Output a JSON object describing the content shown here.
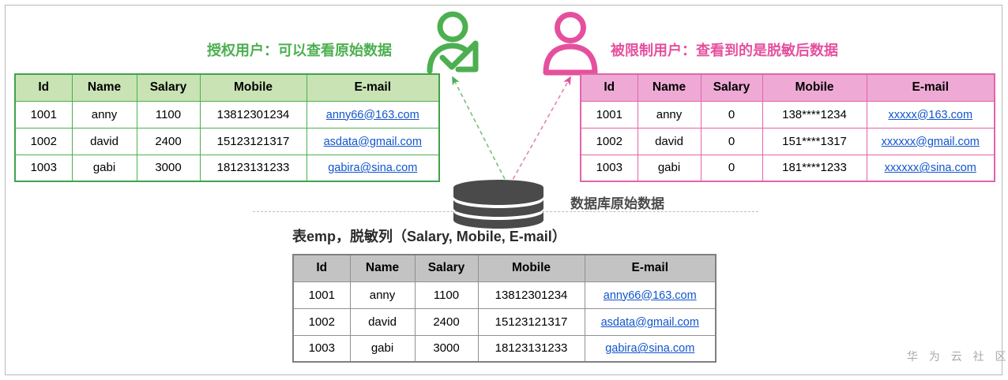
{
  "diagram": {
    "labels": {
      "authorized_user": "授权用户：可以查看原始数据",
      "restricted_user": "被限制用户：查看到的是脱敏后数据",
      "database_source": "数据库原始数据",
      "source_table_caption": "表emp，脱敏列（Salary, Mobile, E-mail）"
    },
    "icons": {
      "authorized_user": "user-check-icon",
      "restricted_user": "user-icon",
      "database": "database-cylinder-icon",
      "arrow_left": "dashed-arrow-green-icon",
      "arrow_right": "dashed-arrow-pink-icon"
    },
    "colors": {
      "green_accent": "#4caf50",
      "green_header_fill": "#c9e3b4",
      "green_border": "#3fa34d",
      "pink_accent": "#e5509e",
      "pink_header_fill": "#eeaad4",
      "pink_border": "#e264a8",
      "gray_header_fill": "#c3c3c3",
      "gray_border": "#808080",
      "link_blue": "#1155cc",
      "database_gray": "#4a4a4a",
      "divider_gray": "#bdbdbd"
    },
    "watermark": "华 为 云 社 区"
  },
  "tables": {
    "authorized": {
      "name": "authorized-user-table",
      "columns": [
        "Id",
        "Name",
        "Salary",
        "Mobile",
        "E-mail"
      ],
      "rows": [
        [
          "1001",
          "anny",
          "1100",
          "13812301234",
          "anny66@163.com"
        ],
        [
          "1002",
          "david",
          "2400",
          "15123121317",
          "asdata@gmail.com"
        ],
        [
          "1003",
          "gabi",
          "3000",
          "18123131233",
          "gabira@sina.com"
        ]
      ]
    },
    "masked": {
      "name": "restricted-user-table",
      "columns": [
        "Id",
        "Name",
        "Salary",
        "Mobile",
        "E-mail"
      ],
      "rows": [
        [
          "1001",
          "anny",
          "0",
          "138****1234",
          "xxxxx@163.com"
        ],
        [
          "1002",
          "david",
          "0",
          "151****1317",
          "xxxxxx@gmail.com"
        ],
        [
          "1003",
          "gabi",
          "0",
          "181****1233",
          "xxxxxx@sina.com"
        ]
      ]
    },
    "source": {
      "name": "database-source-table",
      "columns": [
        "Id",
        "Name",
        "Salary",
        "Mobile",
        "E-mail"
      ],
      "rows": [
        [
          "1001",
          "anny",
          "1100",
          "13812301234",
          "anny66@163.com"
        ],
        [
          "1002",
          "david",
          "2400",
          "15123121317",
          "asdata@gmail.com"
        ],
        [
          "1003",
          "gabi",
          "3000",
          "18123131233",
          "gabira@sina.com"
        ]
      ]
    }
  }
}
